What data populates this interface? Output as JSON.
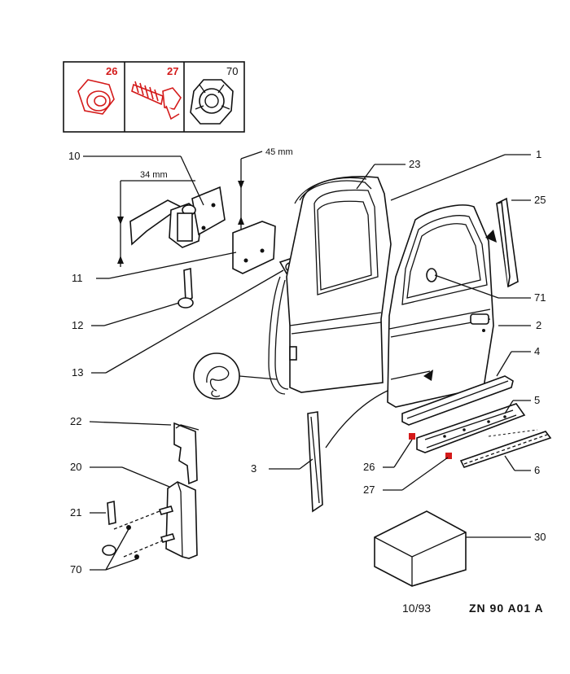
{
  "legend_boxes": [
    {
      "number": "26",
      "color": "#d41a1a"
    },
    {
      "number": "27",
      "color": "#d41a1a"
    },
    {
      "number": "70",
      "color": "#111111"
    }
  ],
  "callouts": {
    "c1": "1",
    "c2": "2",
    "c3": "3",
    "c4": "4",
    "c5": "5",
    "c6": "6",
    "c10": "10",
    "c11": "11",
    "c12": "12",
    "c13": "13",
    "c20": "20",
    "c21": "21",
    "c22": "22",
    "c23": "23",
    "c25": "25",
    "c26": "26",
    "c27": "27",
    "c30": "30",
    "c70": "70",
    "c71": "71"
  },
  "dimensions": {
    "d34": "34 mm",
    "d45": "45 mm"
  },
  "footer": {
    "date": "10/93",
    "reference": "ZN 90 A01 A"
  },
  "colors": {
    "accent_red": "#d41a1a",
    "line": "#111111"
  }
}
